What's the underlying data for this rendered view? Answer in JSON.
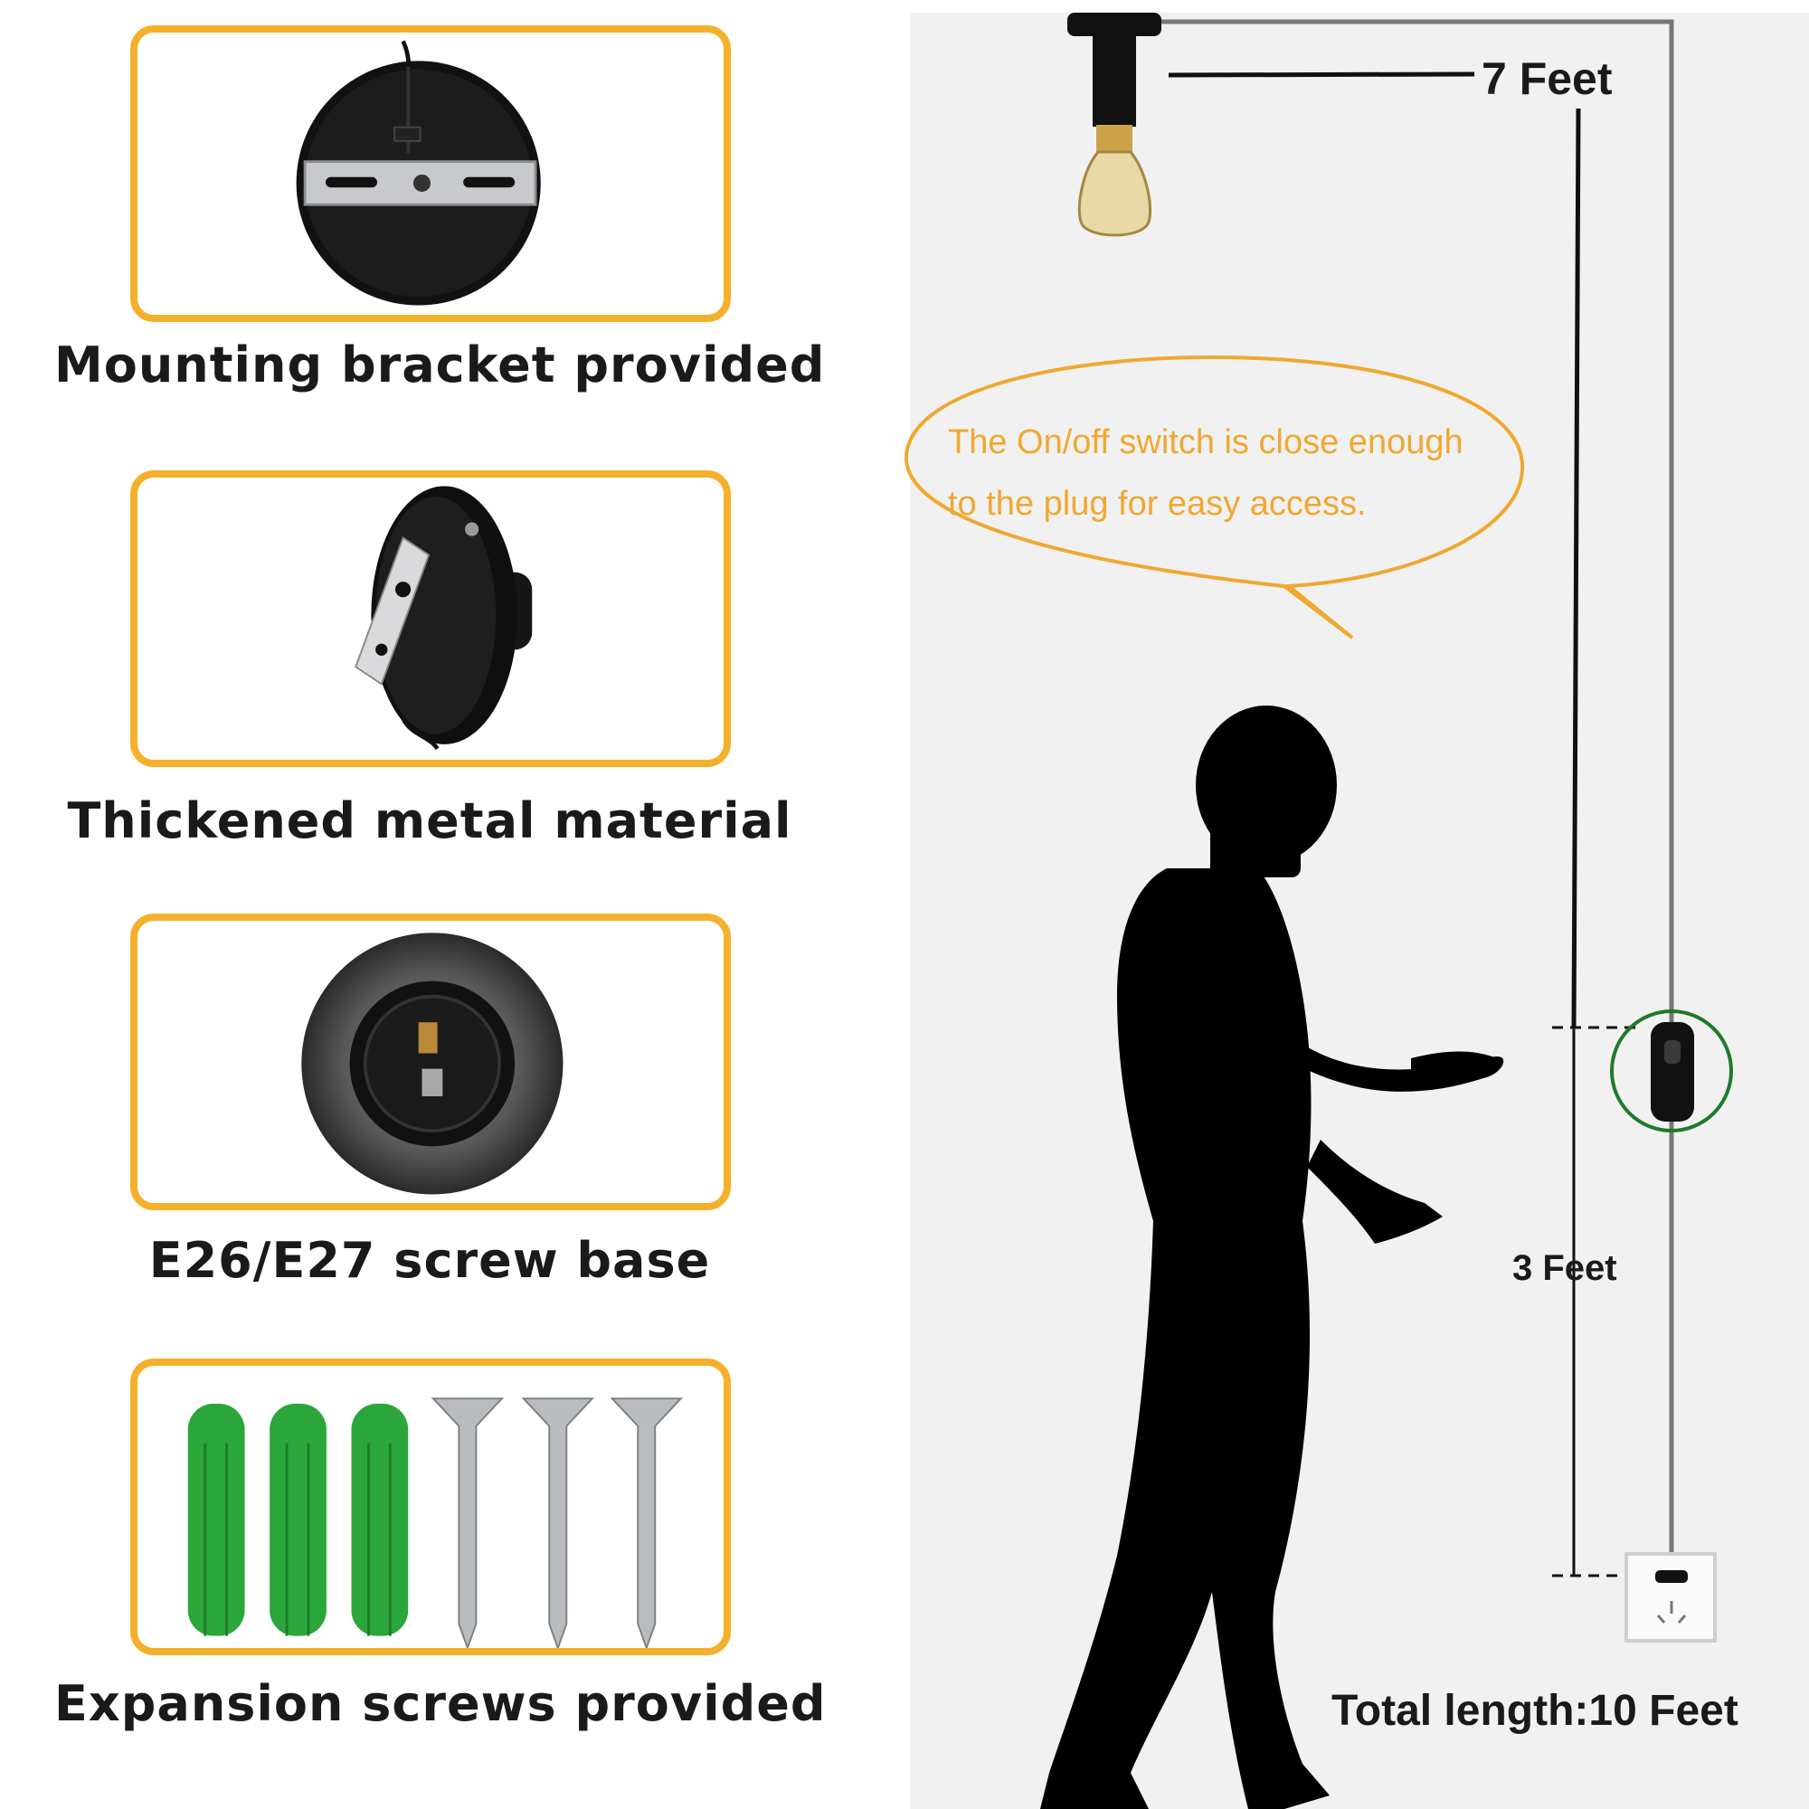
{
  "features": [
    {
      "caption": "Mounting bracket provided",
      "icon": "mounting-bracket-icon"
    },
    {
      "caption": "Thickened metal material",
      "icon": "lamp-holder-icon"
    },
    {
      "caption": "E26/E27 screw base",
      "icon": "screw-base-socket-icon"
    },
    {
      "caption": "Expansion screws provided",
      "icon": "expansion-screws-icon"
    }
  ],
  "diagram": {
    "top_length": "7 Feet",
    "bottom_length": "3 Feet",
    "total_length": "Total length:10 Feet",
    "bubble_line1": "The On/off switch is close enough",
    "bubble_line2": "to the plug for easy access."
  },
  "colors": {
    "panel_border": "#f5b02b",
    "bubble": "#f0a830",
    "switch_ring": "#1f7a2a",
    "anchor_green": "#2aa63a"
  }
}
